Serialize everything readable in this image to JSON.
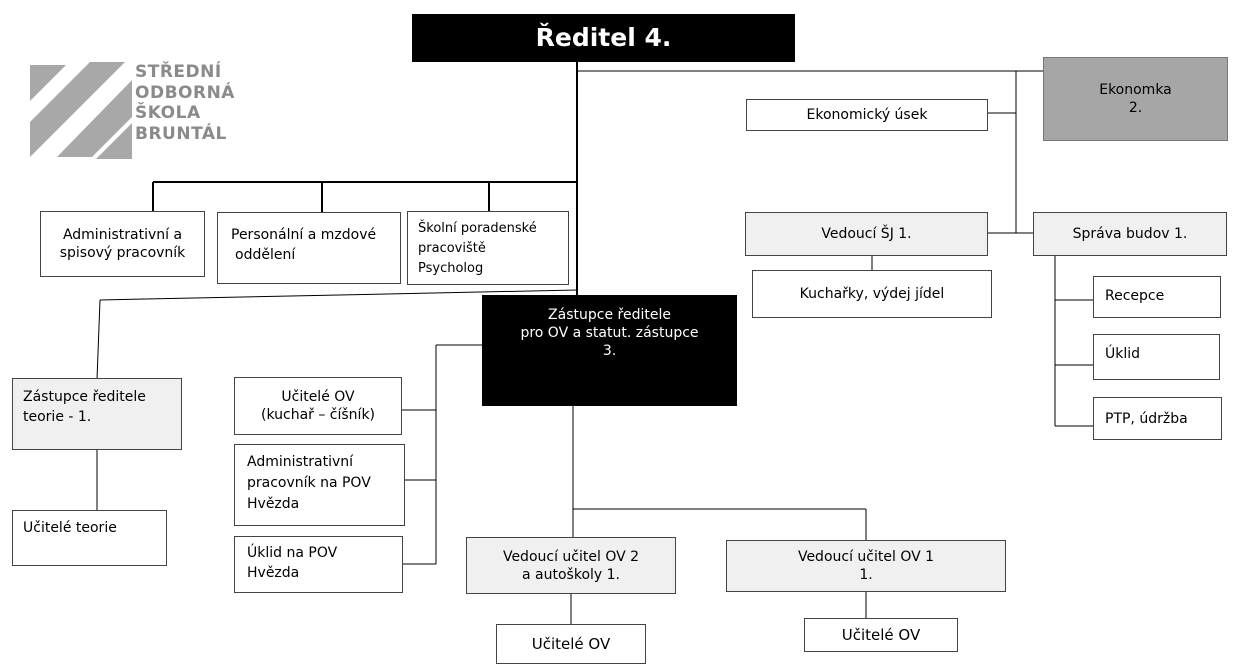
{
  "logo": {
    "lines": [
      "STŘEDNÍ",
      "ODBORNÁ",
      "ŠKOLA",
      "BRUNTÁL"
    ]
  },
  "boxes": {
    "director": {
      "title": "Ředitel 4."
    },
    "economist": {
      "lines": [
        "Ekonomka",
        "2."
      ]
    },
    "economic_section": {
      "label": "Ekonomický úsek"
    },
    "admin_clerk": {
      "lines": [
        "Administrativní a",
        "spisový pracovník"
      ]
    },
    "hr_payroll": {
      "lines": [
        "Personální a mzdové",
        "oddělení"
      ]
    },
    "counseling": {
      "lines": [
        "Školní poradenské",
        "pracoviště",
        "Psycholog"
      ]
    },
    "kitchen_head": {
      "label": "Vedoucí ŠJ 1."
    },
    "kitchen_staff": {
      "label": "Kuchařky, výdej jídel"
    },
    "building_mgmt": {
      "label": "Správa budov 1."
    },
    "reception": {
      "label": "Recepce"
    },
    "cleaning": {
      "label": "Úklid"
    },
    "maintenance": {
      "label": "PTP, údržba"
    },
    "deputy_ov": {
      "lines": [
        "Zástupce ředitele",
        "pro OV a statut. zástupce",
        "3."
      ]
    },
    "deputy_theory": {
      "lines": [
        "Zástupce ředitele",
        "teorie - 1."
      ]
    },
    "theory_teachers": {
      "label": "Učitelé teorie"
    },
    "ov_teachers_cook": {
      "lines": [
        "Učitelé OV",
        "(kuchař – číšník)"
      ]
    },
    "admin_pov": {
      "lines": [
        "Administrativní",
        "pracovník na POV",
        "Hvězda"
      ]
    },
    "cleaning_pov": {
      "lines": [
        "Úklid na POV",
        "Hvězda"
      ]
    },
    "lead_ov2": {
      "lines": [
        "Vedoucí učitel OV 2",
        "a autoškoly 1."
      ]
    },
    "lead_ov1": {
      "lines": [
        "Vedoucí učitel OV 1",
        "1."
      ]
    },
    "ov_teachers_a": {
      "label": "Učitelé OV"
    },
    "ov_teachers_b": {
      "label": "Učitelé OV"
    }
  },
  "colors": {
    "director_fill": "#000000",
    "economist_fill": "#a6a6a6",
    "light_fill": "#f0f0f0",
    "logo_gray": "#8a8a8a"
  }
}
